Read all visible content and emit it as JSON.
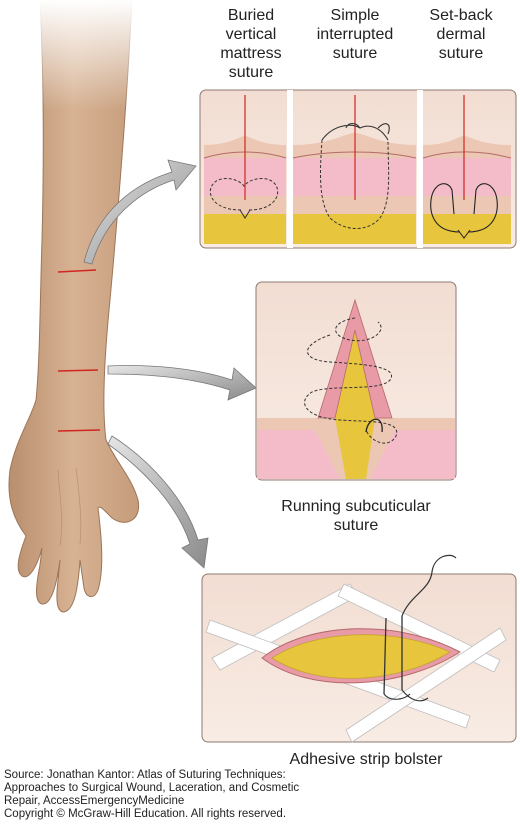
{
  "top_panel": {
    "captions": [
      "Buried\nvertical\nmattress\nsuture",
      "Simple\ninterrupted\nsuture",
      "Set-back\ndermal\nsuture"
    ]
  },
  "middle_panel": {
    "caption": "Running subcuticular\nsuture"
  },
  "bottom_panel": {
    "caption": "Adhesive strip bolster"
  },
  "source": {
    "text": "Source: Jonathan Kantor: Atlas of Suturing Techniques:\nApproaches to Surgical Wound, Laceration, and Cosmetic\nRepair, AccessEmergencyMedicine\nCopyright © McGraw-Hill Education. All rights reserved."
  },
  "colors": {
    "skin": "#d3ac8a",
    "dermis_pink": "#f0b9c4",
    "fat_yellow": "#e7c53c",
    "incision_red": "#d0261f",
    "panel_bg": "#f6e3d6",
    "arrow_gray": "#8f8f8f"
  }
}
